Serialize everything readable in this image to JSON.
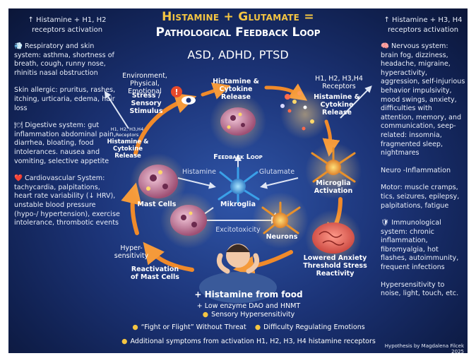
{
  "title": {
    "line1": "Histamine + Glutamate =",
    "line2": "Pathological Feedback Loop",
    "subtitle": "ASD, ADHD, PTSD"
  },
  "left_column": {
    "header": "↑ Histamine + H1, H2 receptors activation",
    "sections": [
      {
        "icon": "💨",
        "text": "Respiratory and skin system: asthma, shortness of breath, cough, runny nose, rhinitis nasal obstruction"
      },
      {
        "icon": "",
        "text": "Skin allergic: pruritus, rashes, itching, urticaria, edema, hair loss"
      },
      {
        "icon": "🍽",
        "text": "Digestive system: gut inflammation abdominal pain, diarrhea, bloating, food intolerances. nausea and vomiting, selective appetite"
      },
      {
        "icon": "❤️",
        "text": "Cardiovascular System: tachycardia, palpitations, heart rate variability (↓ HRV), unstable blood pressure (hypo-/ hypertension), exercise intolerance, thrombotic events"
      }
    ]
  },
  "right_column": {
    "header": "↑ Histamine + H3, H4 receptors activation",
    "sections": [
      {
        "icon": "🧠",
        "text": "Nervous system: brain fog, dizziness, headache, migraine, hyperactivity, aggression, self-injurious behavior impulsivity, mood swings, anxiety, difficulties with attention, memory, and communication, seep-related: insomnia, fragmented sleep, nightmares"
      },
      {
        "icon": "",
        "text": "Neuro -Inflammation"
      },
      {
        "icon": "",
        "text": "Motor: muscle cramps, tics, seizures, epilepsy, palpitations, fatigue"
      },
      {
        "icon": "🛡",
        "text": "Immunological system: chronic inflammation, fibromyalgia, hot flashes, autoimmunity, frequent infections"
      },
      {
        "icon": "",
        "text": "Hypersensitivity to noise, light, touch, etc."
      }
    ]
  },
  "diagram": {
    "environment": "Environment, Physical, Emotional",
    "stress": "Stress / Sensory Stimulus",
    "histamine_release_top": "Histamine & Cytokine Release",
    "receptors_top": "H1, H2, H3,H4 Receptors",
    "histamine_release_right": "Histamine & Cytokine Release",
    "receptors_left": "H1, H2, H3,H4 Receptors",
    "histamine_release_left": "Histamine & Cytokine Release",
    "feedback_loop": "Feedback Loop",
    "histamine": "Histamine",
    "glutamate": "Glutamate",
    "mast_cells": "Mast Cells",
    "mikroglia": "Mikroglia",
    "microglia_activation": "Microglia Activation",
    "excitotoxicity": "Excitotoxicity",
    "neurons": "Neurons",
    "hypersensitivity": "Hyper- sensitivity",
    "reactivation": "Reactivation of Mast Cells",
    "lowered_anxiety": "Lowered Anxiety Threshold Stress Reactivity"
  },
  "bottom": {
    "line1": "+ Histamine from food",
    "line2": "+ Low  enzyme DAO  and HNMT",
    "line3": "Sensory Hypersensitivity",
    "line4a": "“Fight or Flight” Without Threat",
    "line4b": "Difficulty Regulating Emotions",
    "line5": "Additional symptoms from activation H1, H2, H3, H4 histamine receptors"
  },
  "credit": "Hypothesis by Magdalena Filcek 2025",
  "colors": {
    "title_gold": "#f4c542",
    "background_dark": "#10204f",
    "arrow_orange": "#f08a2a",
    "mast_cell_pink": "#c9809e",
    "neuron_orange": "#e8902a",
    "microglia_blue": "#3aa0e8"
  }
}
